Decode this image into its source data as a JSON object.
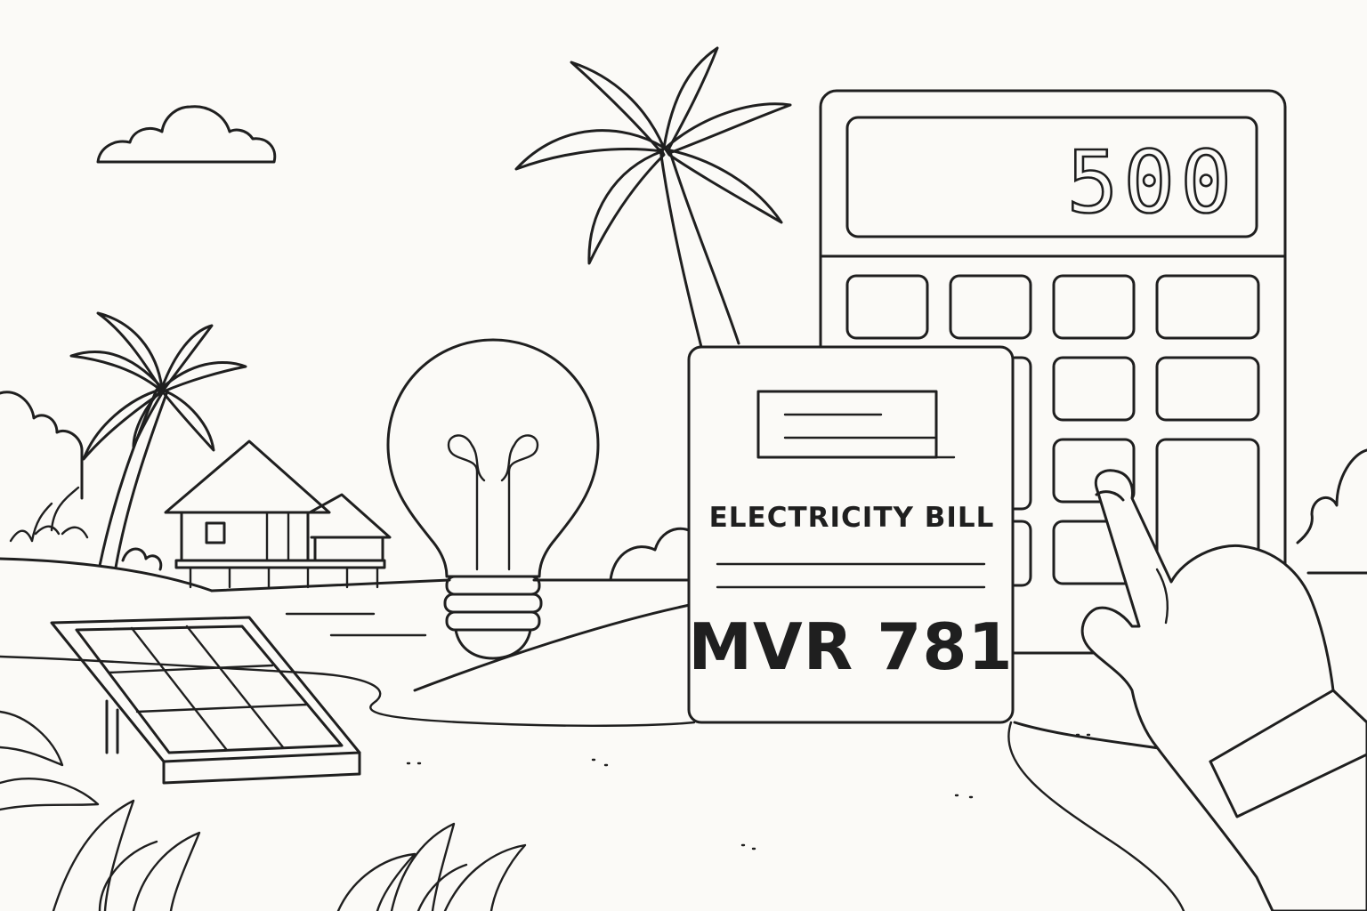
{
  "calculator": {
    "display_value": "500"
  },
  "bill": {
    "title": "ELECTRICITY BILL",
    "amount": "MVR 781"
  },
  "colors": {
    "ink": "#1f1f1f",
    "background": "#fbfaf7"
  },
  "icons": [
    "cloud-icon",
    "palm-tree-icon",
    "stilt-house-icon",
    "light-bulb-icon",
    "solar-panel-icon",
    "calculator-icon",
    "document-icon",
    "hand-icon",
    "plant-icon"
  ]
}
